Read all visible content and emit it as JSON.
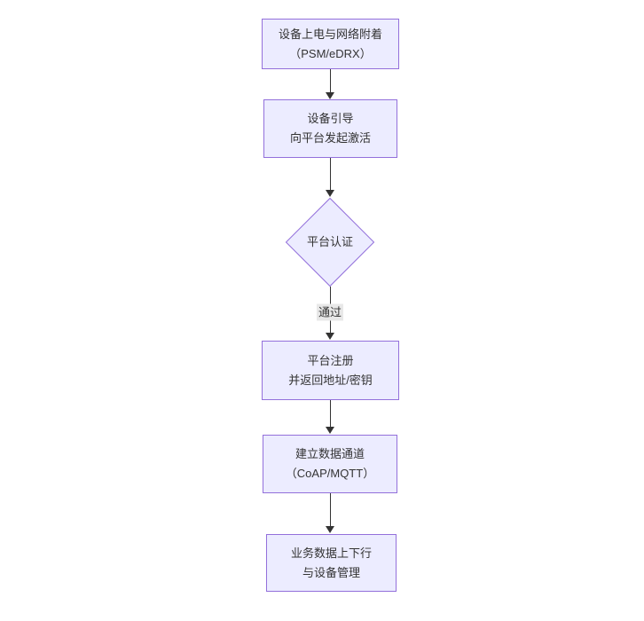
{
  "theme": {
    "canvas_bg": "#ffffff",
    "node_fill": "#ECECFF",
    "node_border": "#9370DB",
    "arrow_color": "#333333",
    "text_color": "#333333",
    "edge_label_bg": "#e8e8e8"
  },
  "diagram": {
    "type": "flowchart-top-down",
    "nodes": [
      {
        "id": "power-attach",
        "shape": "rect",
        "lines": [
          "设备上电与网络附着",
          "（PSM/eDRX）"
        ]
      },
      {
        "id": "bootstrap",
        "shape": "rect",
        "lines": [
          "设备引导",
          "向平台发起激活"
        ]
      },
      {
        "id": "platform-auth",
        "shape": "diamond",
        "lines": [
          "平台认证"
        ]
      },
      {
        "id": "register",
        "shape": "rect",
        "lines": [
          "平台注册",
          "并返回地址/密钥"
        ]
      },
      {
        "id": "data-channel",
        "shape": "rect",
        "lines": [
          "建立数据通道",
          "（CoAP/MQTT）"
        ]
      },
      {
        "id": "business-data",
        "shape": "rect",
        "lines": [
          "业务数据上下行",
          "与设备管理"
        ]
      }
    ],
    "edges": [
      {
        "from": "power-attach",
        "to": "bootstrap",
        "label": ""
      },
      {
        "from": "bootstrap",
        "to": "platform-auth",
        "label": ""
      },
      {
        "from": "platform-auth",
        "to": "register",
        "label": "通过"
      },
      {
        "from": "register",
        "to": "data-channel",
        "label": ""
      },
      {
        "from": "data-channel",
        "to": "business-data",
        "label": ""
      }
    ]
  }
}
